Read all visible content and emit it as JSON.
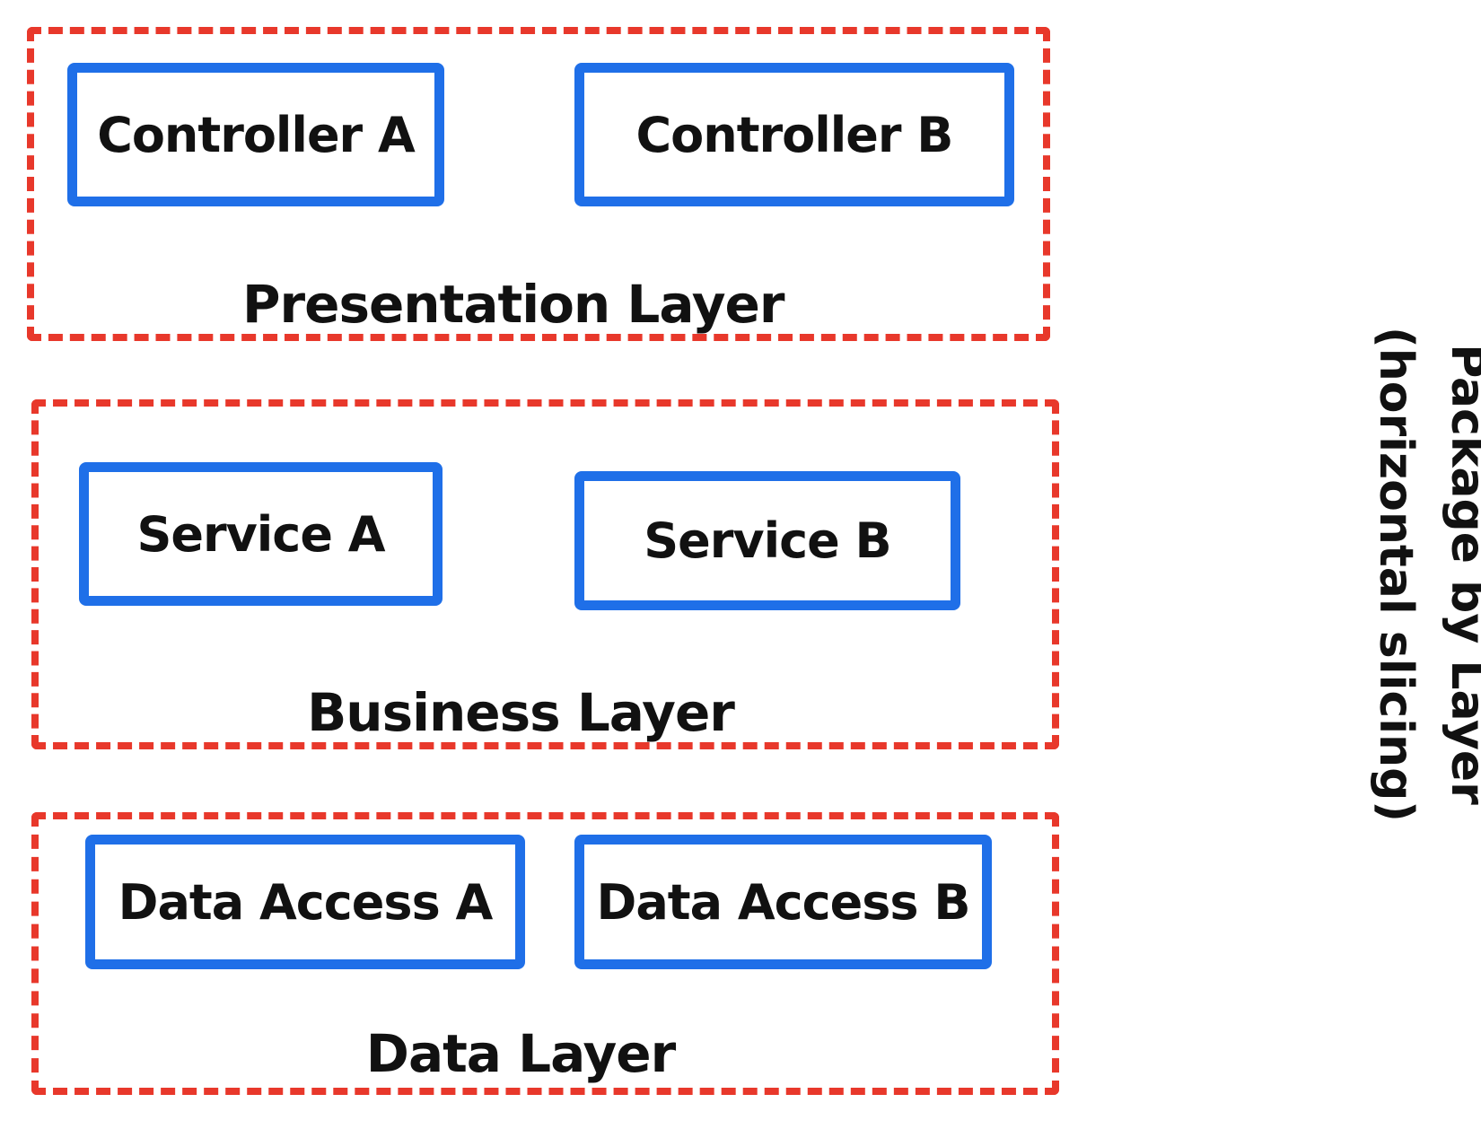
{
  "diagram": {
    "layers": [
      {
        "label": "Presentation Layer",
        "components": [
          "Controller A",
          "Controller B"
        ]
      },
      {
        "label": "Business Layer",
        "components": [
          "Service A",
          "Service B"
        ]
      },
      {
        "label": "Data Layer",
        "components": [
          "Data Access A",
          "Data Access B"
        ]
      }
    ],
    "caption": {
      "line1": "Package by Layer",
      "line2": "(horizontal slicing)"
    },
    "colors": {
      "layer_border": "#e8382b",
      "component_border": "#1f6fe8",
      "text": "#111111"
    }
  }
}
